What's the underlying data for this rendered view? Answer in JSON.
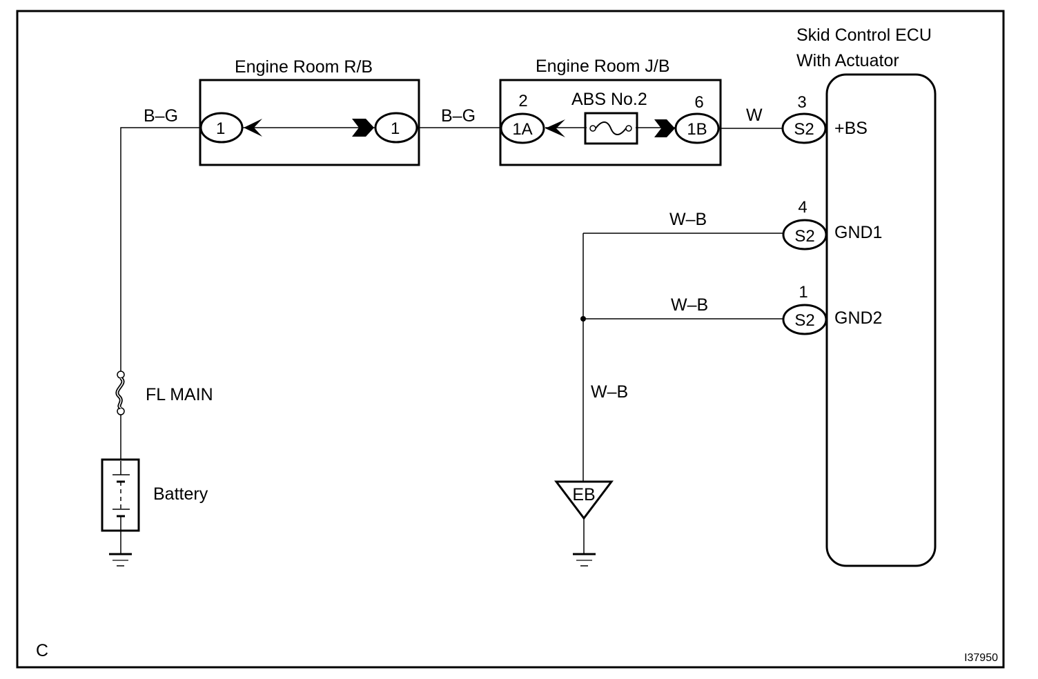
{
  "diagram": {
    "frame_label": "C",
    "figure_id": "I37950",
    "components": {
      "engine_room_rb": {
        "title": "Engine Room R/B",
        "left_pin": "1",
        "right_pin": "1"
      },
      "engine_room_jb": {
        "title": "Engine Room J/B",
        "fuse_label": "ABS No.2",
        "left_connector": "1A",
        "left_pin_number": "2",
        "right_connector": "1B",
        "right_pin_number": "6"
      },
      "ecu": {
        "title_line1": "Skid Control ECU",
        "title_line2": "With Actuator",
        "terminals": [
          {
            "pin_number": "3",
            "connector": "S2",
            "name": "+BS"
          },
          {
            "pin_number": "4",
            "connector": "S2",
            "name": "GND1"
          },
          {
            "pin_number": "1",
            "connector": "S2",
            "name": "GND2"
          }
        ]
      },
      "fusible_link": {
        "label": "FL MAIN"
      },
      "battery": {
        "label": "Battery"
      },
      "ground_point": {
        "label": "EB"
      }
    },
    "wires": {
      "battery_to_rb": "B–G",
      "rb_to_jb": "B–G",
      "jb_to_ecu": "W",
      "gnd1": "W–B",
      "gnd2": "W–B",
      "ground_trunk": "W–B"
    }
  }
}
